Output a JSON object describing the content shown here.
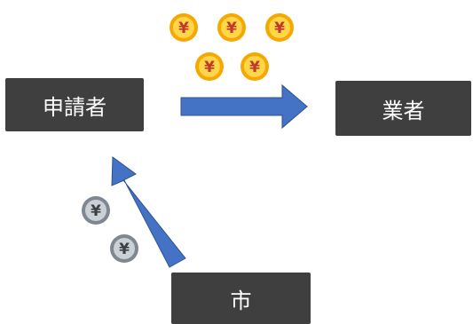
{
  "nodes": {
    "applicant": "申請者",
    "vendor": "業者",
    "city": "市"
  },
  "coin_symbol": "¥",
  "colors": {
    "box": "#3f3f3f",
    "box_text": "#ffffff",
    "arrow_fill": "#4472c4",
    "arrow_stroke": "#2f528f",
    "gold_outer": "#f5a800",
    "gold_inner": "#ffd54a",
    "gold_symbol": "#c0392b",
    "silver_outer": "#7f8790",
    "silver_inner": "#c9d0d6",
    "silver_symbol": "#3a3f44"
  }
}
